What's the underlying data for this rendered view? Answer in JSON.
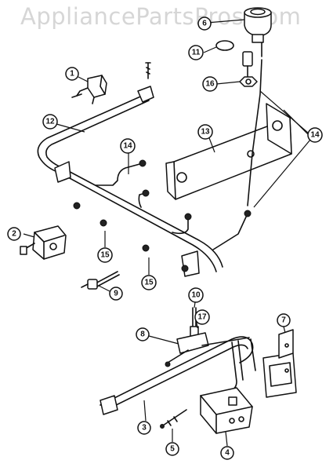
{
  "watermark": "AppliancePartsPros.com",
  "callouts": {
    "c1": "1",
    "c2": "2",
    "c3": "3",
    "c4": "4",
    "c5": "5",
    "c6": "6",
    "c7": "7",
    "c8": "8",
    "c9": "9",
    "c10": "10",
    "c11": "11",
    "c12": "12",
    "c13": "13",
    "c14": "14",
    "c15a": "15",
    "c15b": "15",
    "c16": "16",
    "c17": "17"
  }
}
